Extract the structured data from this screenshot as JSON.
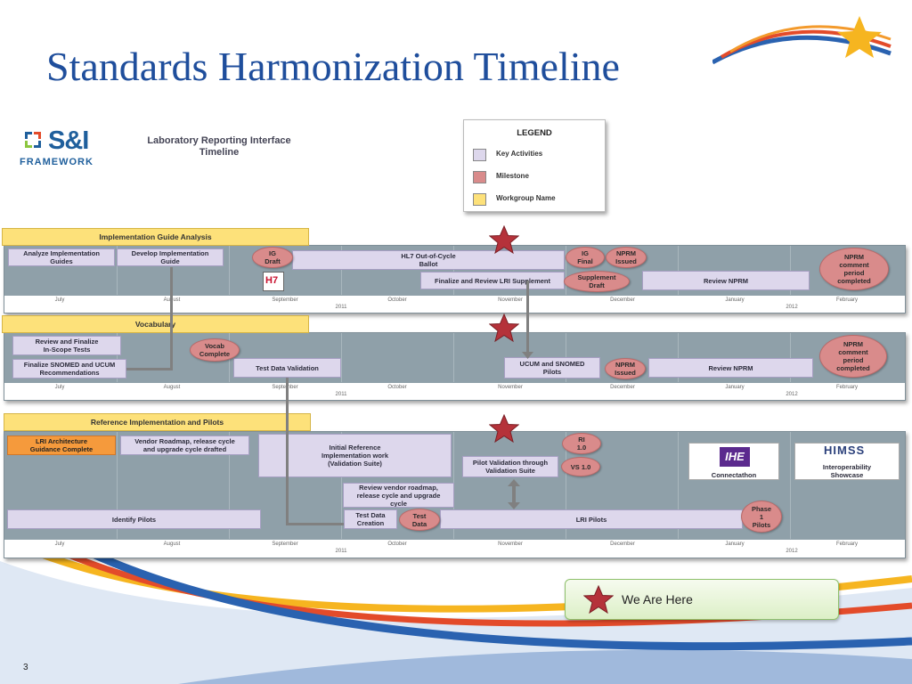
{
  "slide_title": "Standards Harmonization Timeline",
  "logo": {
    "brand": "S&I",
    "tagline": "FRAMEWORK"
  },
  "doc_title": [
    "Laboratory Reporting Interface",
    "Timeline"
  ],
  "legend": {
    "title": "LEGEND",
    "items": [
      {
        "label": "Key Activities",
        "color": "#ddd7ec"
      },
      {
        "label": "Milestone",
        "color": "#d98b8b"
      },
      {
        "label": "Workgroup Name",
        "color": "#fde17a"
      }
    ]
  },
  "axis": {
    "months": [
      "July",
      "August",
      "September",
      "October",
      "November",
      "December",
      "January",
      "February"
    ],
    "years": [
      "2011",
      "2012"
    ]
  },
  "lanes": [
    {
      "header": "Implementation Guide Analysis",
      "activities": [
        {
          "text": "Analyze Implementation\nGuides"
        },
        {
          "text": "Develop Implementation\nGuide"
        },
        {
          "text": "HL7 Out-of-Cycle\nBallot"
        },
        {
          "text": "Finalize and Review LRI Supplement"
        },
        {
          "text": "Review NPRM"
        }
      ],
      "milestones": [
        {
          "text": "IG\nDraft"
        },
        {
          "text": "IG\nFinal"
        },
        {
          "text": "NPRM\nIssued"
        },
        {
          "text": "Supplement\nDraft"
        },
        {
          "text": "NPRM\ncomment\nperiod\ncompleted"
        }
      ],
      "hl7_badge": "H7"
    },
    {
      "header": "Vocabulary",
      "activities": [
        {
          "text": "Review and Finalize\nIn-Scope Tests"
        },
        {
          "text": "Finalize SNOMED and UCUM\nRecommendations"
        },
        {
          "text": "Test Data Validation"
        },
        {
          "text": "UCUM and SNOMED\nPilots"
        },
        {
          "text": "Review NPRM"
        }
      ],
      "milestones": [
        {
          "text": "Vocab\nComplete"
        },
        {
          "text": "NPRM\nIssued"
        },
        {
          "text": "NPRM\ncomment\nperiod\ncompleted"
        }
      ]
    },
    {
      "header": "Reference Implementation and Pilots",
      "activities": [
        {
          "text": "LRI Architecture\nGuidance Complete"
        },
        {
          "text": "Vendor Roadmap, release cycle\nand upgrade cycle drafted"
        },
        {
          "text": "Initial Reference\nImplementation work\n(Validation Suite)"
        },
        {
          "text": "Pilot Validation through\nValidation Suite"
        },
        {
          "text": "Review vendor roadmap,\nrelease cycle and upgrade\ncycle"
        },
        {
          "text": "Identify Pilots"
        },
        {
          "text": "Test Data\nCreation"
        },
        {
          "text": "LRI Pilots"
        },
        {
          "text": "Connectathon"
        },
        {
          "text": "Interoperability\nShowcase"
        }
      ],
      "milestones": [
        {
          "text": "RI\n1.0"
        },
        {
          "text": "VS 1.0"
        },
        {
          "text": "Test\nData"
        },
        {
          "text": "Phase\n1\nPilots"
        }
      ],
      "logos": {
        "ihe": "IHE",
        "himss": "HIMSS"
      }
    }
  ],
  "we_are_here": "We Are Here",
  "slide_number": "3",
  "colors": {
    "title": "#1f4e9c",
    "panel": "#8fa0a9",
    "star": "#b5323a"
  }
}
